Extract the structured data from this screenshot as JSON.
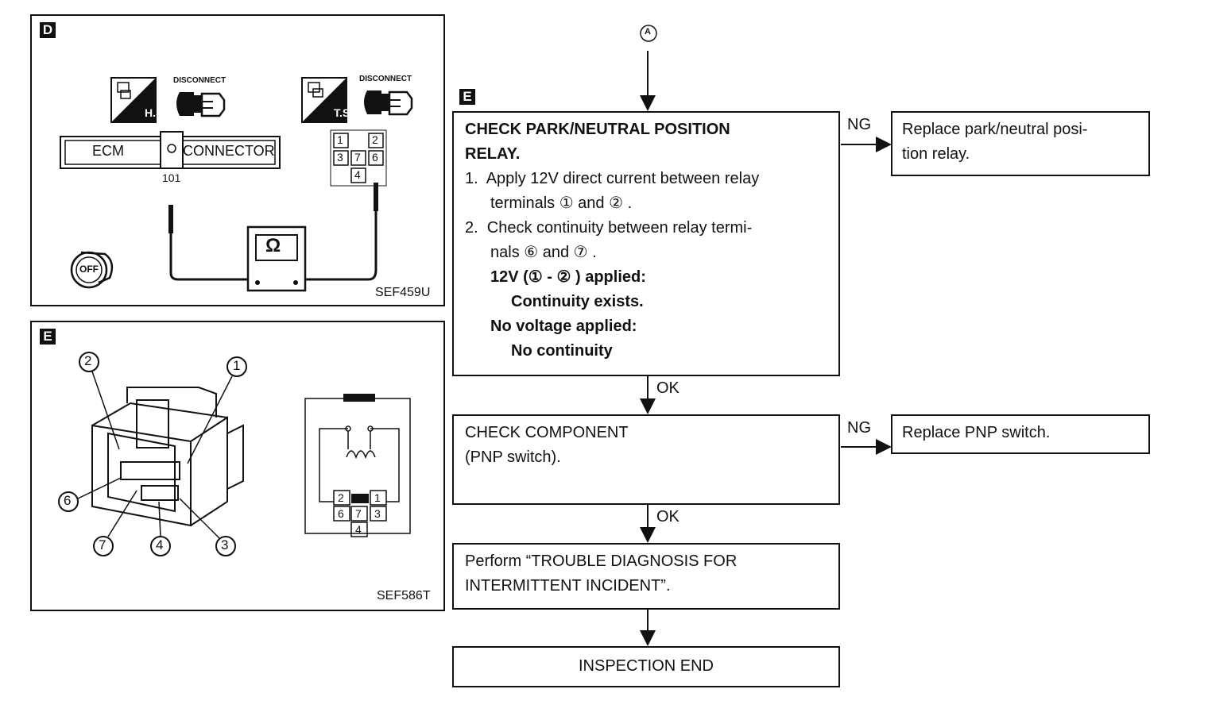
{
  "panel_d": {
    "badge": "D",
    "hs_label": "H.S.",
    "ts_label": "T.S.",
    "disconnect_1": "DISCONNECT",
    "disconnect_2": "DISCONNECT",
    "ecm_label": "ECM",
    "connector_label": "CONNECTOR",
    "pin_101": "101",
    "relay_pins": [
      "1",
      "2",
      "3",
      "7",
      "6",
      "4"
    ],
    "ohm_symbol": "Ω",
    "key_label": "OFF",
    "code": "SEF459U"
  },
  "panel_e": {
    "badge": "E",
    "callouts": [
      "2",
      "1",
      "6",
      "7",
      "4",
      "3"
    ],
    "schematic_pins": [
      "2",
      "1",
      "6",
      "7",
      "3",
      "4"
    ],
    "code": "SEF586T"
  },
  "flow": {
    "connector_a": "A",
    "badge": "E",
    "step1": {
      "title_line1": "CHECK PARK/NEUTRAL POSITION",
      "title_line2": "RELAY.",
      "item1_line1": "1.  Apply 12V direct current between relay",
      "item1_line2": "terminals ① and ② .",
      "item2_line1": "2.  Check continuity between relay termi-",
      "item2_line2": "nals ⑥ and ⑦ .",
      "cond1": "12V (① - ② ) applied:",
      "res1": "Continuity exists.",
      "cond2": "No voltage applied:",
      "res2": "No continuity"
    },
    "ng1": "NG",
    "ng1_box": [
      "Replace park/neutral posi-",
      "tion relay."
    ],
    "ok1": "OK",
    "step2": [
      "CHECK COMPONENT",
      "(PNP switch)."
    ],
    "ng2": "NG",
    "ng2_box": "Replace PNP switch.",
    "ok2": "OK",
    "step3": [
      "Perform “TROUBLE DIAGNOSIS FOR",
      "INTERMITTENT INCIDENT”."
    ],
    "end": "INSPECTION END"
  }
}
